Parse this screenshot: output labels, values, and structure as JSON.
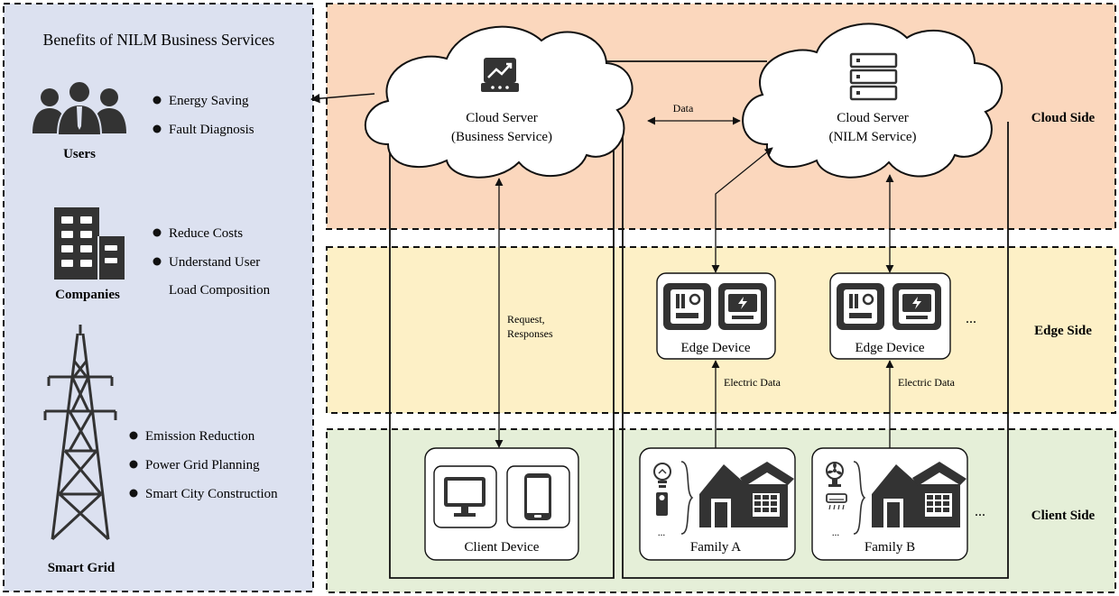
{
  "benefits": {
    "title": "Benefits of NILM Business Services",
    "users": {
      "label": "Users",
      "items": [
        "Energy Saving",
        "Fault Diagnosis"
      ]
    },
    "companies": {
      "label": "Companies",
      "items": [
        "Reduce Costs",
        "Understand User",
        "Load Composition"
      ]
    },
    "grid": {
      "label": "Smart Grid",
      "items": [
        "Emission Reduction",
        "Power Grid Planning",
        "Smart City Construction"
      ]
    }
  },
  "zones": {
    "cloud": "Cloud Side",
    "edge": "Edge Side",
    "client": "Client Side"
  },
  "cloud_business": {
    "line1": "Cloud Server",
    "line2": "(Business Service)"
  },
  "cloud_nilm": {
    "line1": "Cloud Server",
    "line2": "(NILM Service)"
  },
  "edges": {
    "data": "Data",
    "request_line1": "Request,",
    "request_line2": "Responses",
    "electric_a": "Electric Data",
    "electric_b": "Electric Data"
  },
  "edge_device_a": "Edge Device",
  "edge_device_b": "Edge Device",
  "client_device": "Client Device",
  "family_a": "Family A",
  "family_b": "Family B",
  "ellipsis": "...",
  "appliance_ellipsis": "...",
  "colors": {
    "cloud_zone": "#fbd7bd",
    "edge_zone": "#fdf0c6",
    "client_zone": "#e5efd8",
    "benefits_panel": "#dce1f0",
    "icon_dark": "#333333"
  }
}
